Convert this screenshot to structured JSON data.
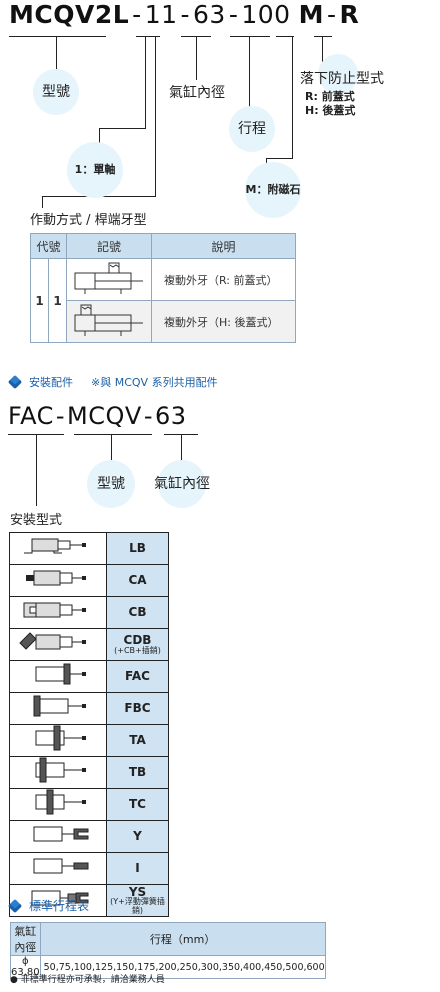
{
  "model1": {
    "parts": [
      "MCQV2L",
      "11",
      "63",
      "100",
      "M",
      "R"
    ],
    "dash": "-"
  },
  "labels1": {
    "model_type": "型號",
    "bore": "氣缸內徑",
    "stroke": "行程",
    "single_axis": "1：單軸",
    "magnet": "M：附磁石",
    "fall_prevent_title": "落下防止型式",
    "fall_prevent_r": "R: 前蓋式",
    "fall_prevent_h": "H: 後蓋式",
    "action_title": "作動方式 / 桿端牙型"
  },
  "table1": {
    "headers": [
      "代號",
      "記號",
      "說明"
    ],
    "code_a": "1",
    "code_b": "1",
    "rows": [
      {
        "desc": "複動外牙（R: 前蓋式）"
      },
      {
        "desc": "複動外牙（H: 後蓋式）"
      }
    ]
  },
  "accessories": {
    "title": "安裝配件",
    "note": "※與 MCQV 系列共用配件"
  },
  "model2": {
    "parts": [
      "FAC",
      "MCQV",
      "63"
    ],
    "dash": "-"
  },
  "labels2": {
    "model_type": "型號",
    "bore": "氣缸內徑",
    "mount_title": "安裝型式"
  },
  "mounts": [
    {
      "code": "LB",
      "sub": "",
      "icon": "foot-mount-icon"
    },
    {
      "code": "CA",
      "sub": "",
      "icon": "single-clevis-icon"
    },
    {
      "code": "CB",
      "sub": "",
      "icon": "double-clevis-icon"
    },
    {
      "code": "CDB",
      "sub": "(+CB+插銷)",
      "icon": "clevis-pin-icon"
    },
    {
      "code": "FAC",
      "sub": "",
      "icon": "front-flange-icon"
    },
    {
      "code": "FBC",
      "sub": "",
      "icon": "rear-flange-icon"
    },
    {
      "code": "TA",
      "sub": "",
      "icon": "front-trunnion-icon"
    },
    {
      "code": "TB",
      "sub": "",
      "icon": "rear-trunnion-icon"
    },
    {
      "code": "TC",
      "sub": "",
      "icon": "center-trunnion-icon"
    },
    {
      "code": "Y",
      "sub": "",
      "icon": "y-joint-icon"
    },
    {
      "code": "I",
      "sub": "",
      "icon": "i-joint-icon"
    },
    {
      "code": "YS",
      "sub": "(Y+浮動彈簧插銷)",
      "icon": "floating-joint-icon"
    }
  ],
  "stroke_table": {
    "title": "標準行程表",
    "col1": "氣缸內徑",
    "col2": "行程（mm）",
    "bore": "ϕ 63,80",
    "strokes": "50,75,100,125,150,175,200,250,300,350,400,450,500,600",
    "note": "● 非標準行程亦可承製，請洽業務人員"
  }
}
